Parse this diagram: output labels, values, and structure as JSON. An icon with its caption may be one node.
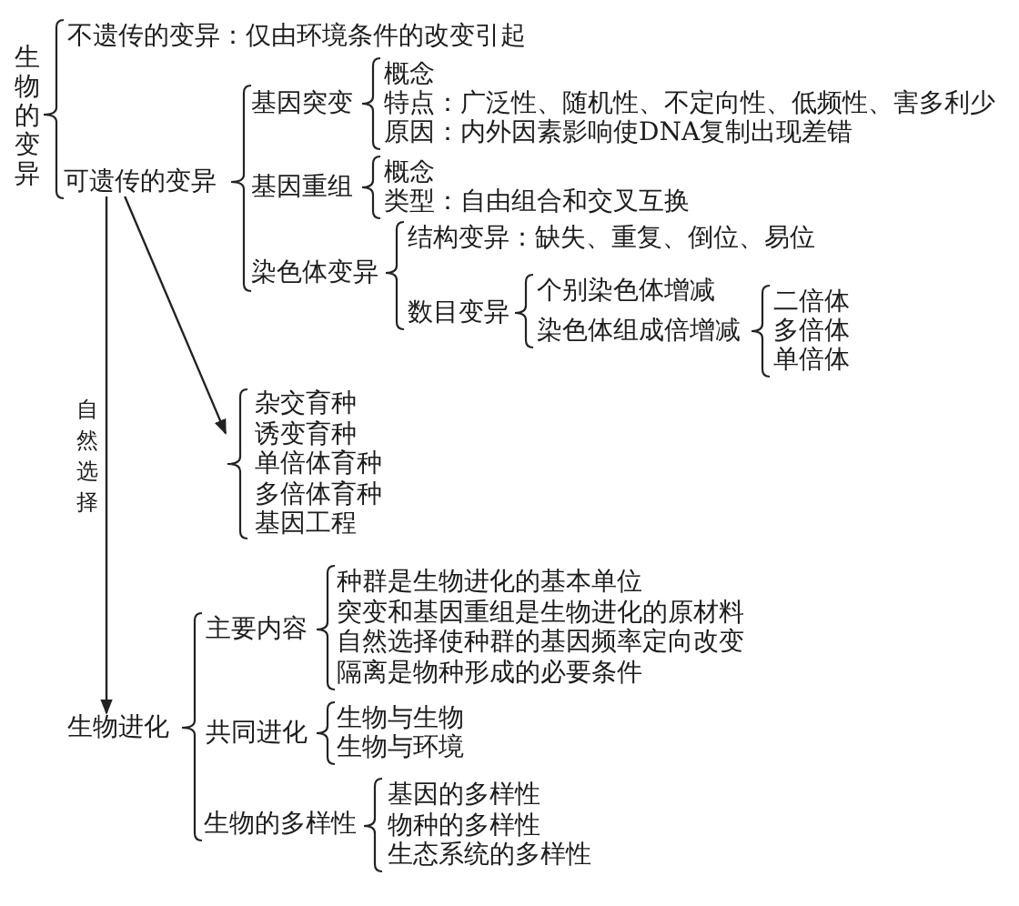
{
  "diagram": {
    "nodes": [
      {
        "text": [
          "可遗传的变异"
        ]
      },
      {
        "text": [],
        "shape": "brace",
        "beside": [
          "杂交育种",
          "诱变育种",
          "单倍体育种",
          "多倍体育种",
          "基因工程"
        ]
      },
      {
        "text": [
          "生物进化"
        ]
      }
    ],
    "edges": [
      {
        "from": 0,
        "to": 1,
        "arrow": "to"
      },
      {
        "from": 0,
        "to": 2,
        "arrow": "to",
        "label": "自然选择"
      }
    ],
    "labels": [
      "生物的变异",
      "不遗传的变异：仅由环境条件的改变引起",
      "基因突变",
      "概念",
      "特点：广泛性、随机性、不定向性、低频性、害多利少",
      "原因：内外因素影响使DNA复制出现差错",
      "基因重组",
      "概念",
      "类型：自由组合和交叉互换",
      "染色体变异",
      "结构变异：缺失、重复、倒位、易位",
      "数目变异",
      "个别染色体增减",
      "染色体组成倍增减",
      "二倍体",
      "多倍体",
      "单倍体",
      "主要内容",
      "种群是生物进化的基本单位",
      "突变和基因重组是生物进化的原材料",
      "自然选择使种群的基因频率定向改变",
      "隔离是物种形成的必要条件",
      "共同进化",
      "生物与生物",
      "生物与环境",
      "生物的多样性",
      "基因的多样性",
      "物种的多样性",
      "生态系统的多样性"
    ]
  }
}
